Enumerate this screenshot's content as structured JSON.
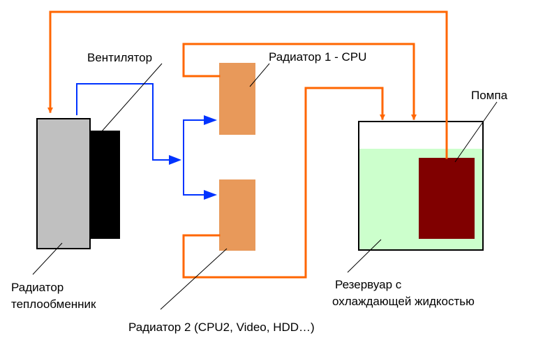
{
  "labels": {
    "fan": "Вентилятор",
    "radiator1": "Радиатор 1 - CPU",
    "pump": "Помпа",
    "heat_exchanger_line1": "Радиатор",
    "heat_exchanger_line2": "теплообменник",
    "reservoir_line1": "Резервуар с",
    "reservoir_line2": "охлаждающей жидкостью",
    "radiator2": "Радиатор 2 (CPU2, Video, HDD…)"
  },
  "colors": {
    "water_pipe": "#ff6600",
    "air_flow": "#0033ff",
    "heat_exchanger": "#c0c0c0",
    "fan": "#000000",
    "cpu_radiator": "#e8995a",
    "liquid": "#ccffcc",
    "pump": "#800000",
    "outline": "#000000"
  }
}
